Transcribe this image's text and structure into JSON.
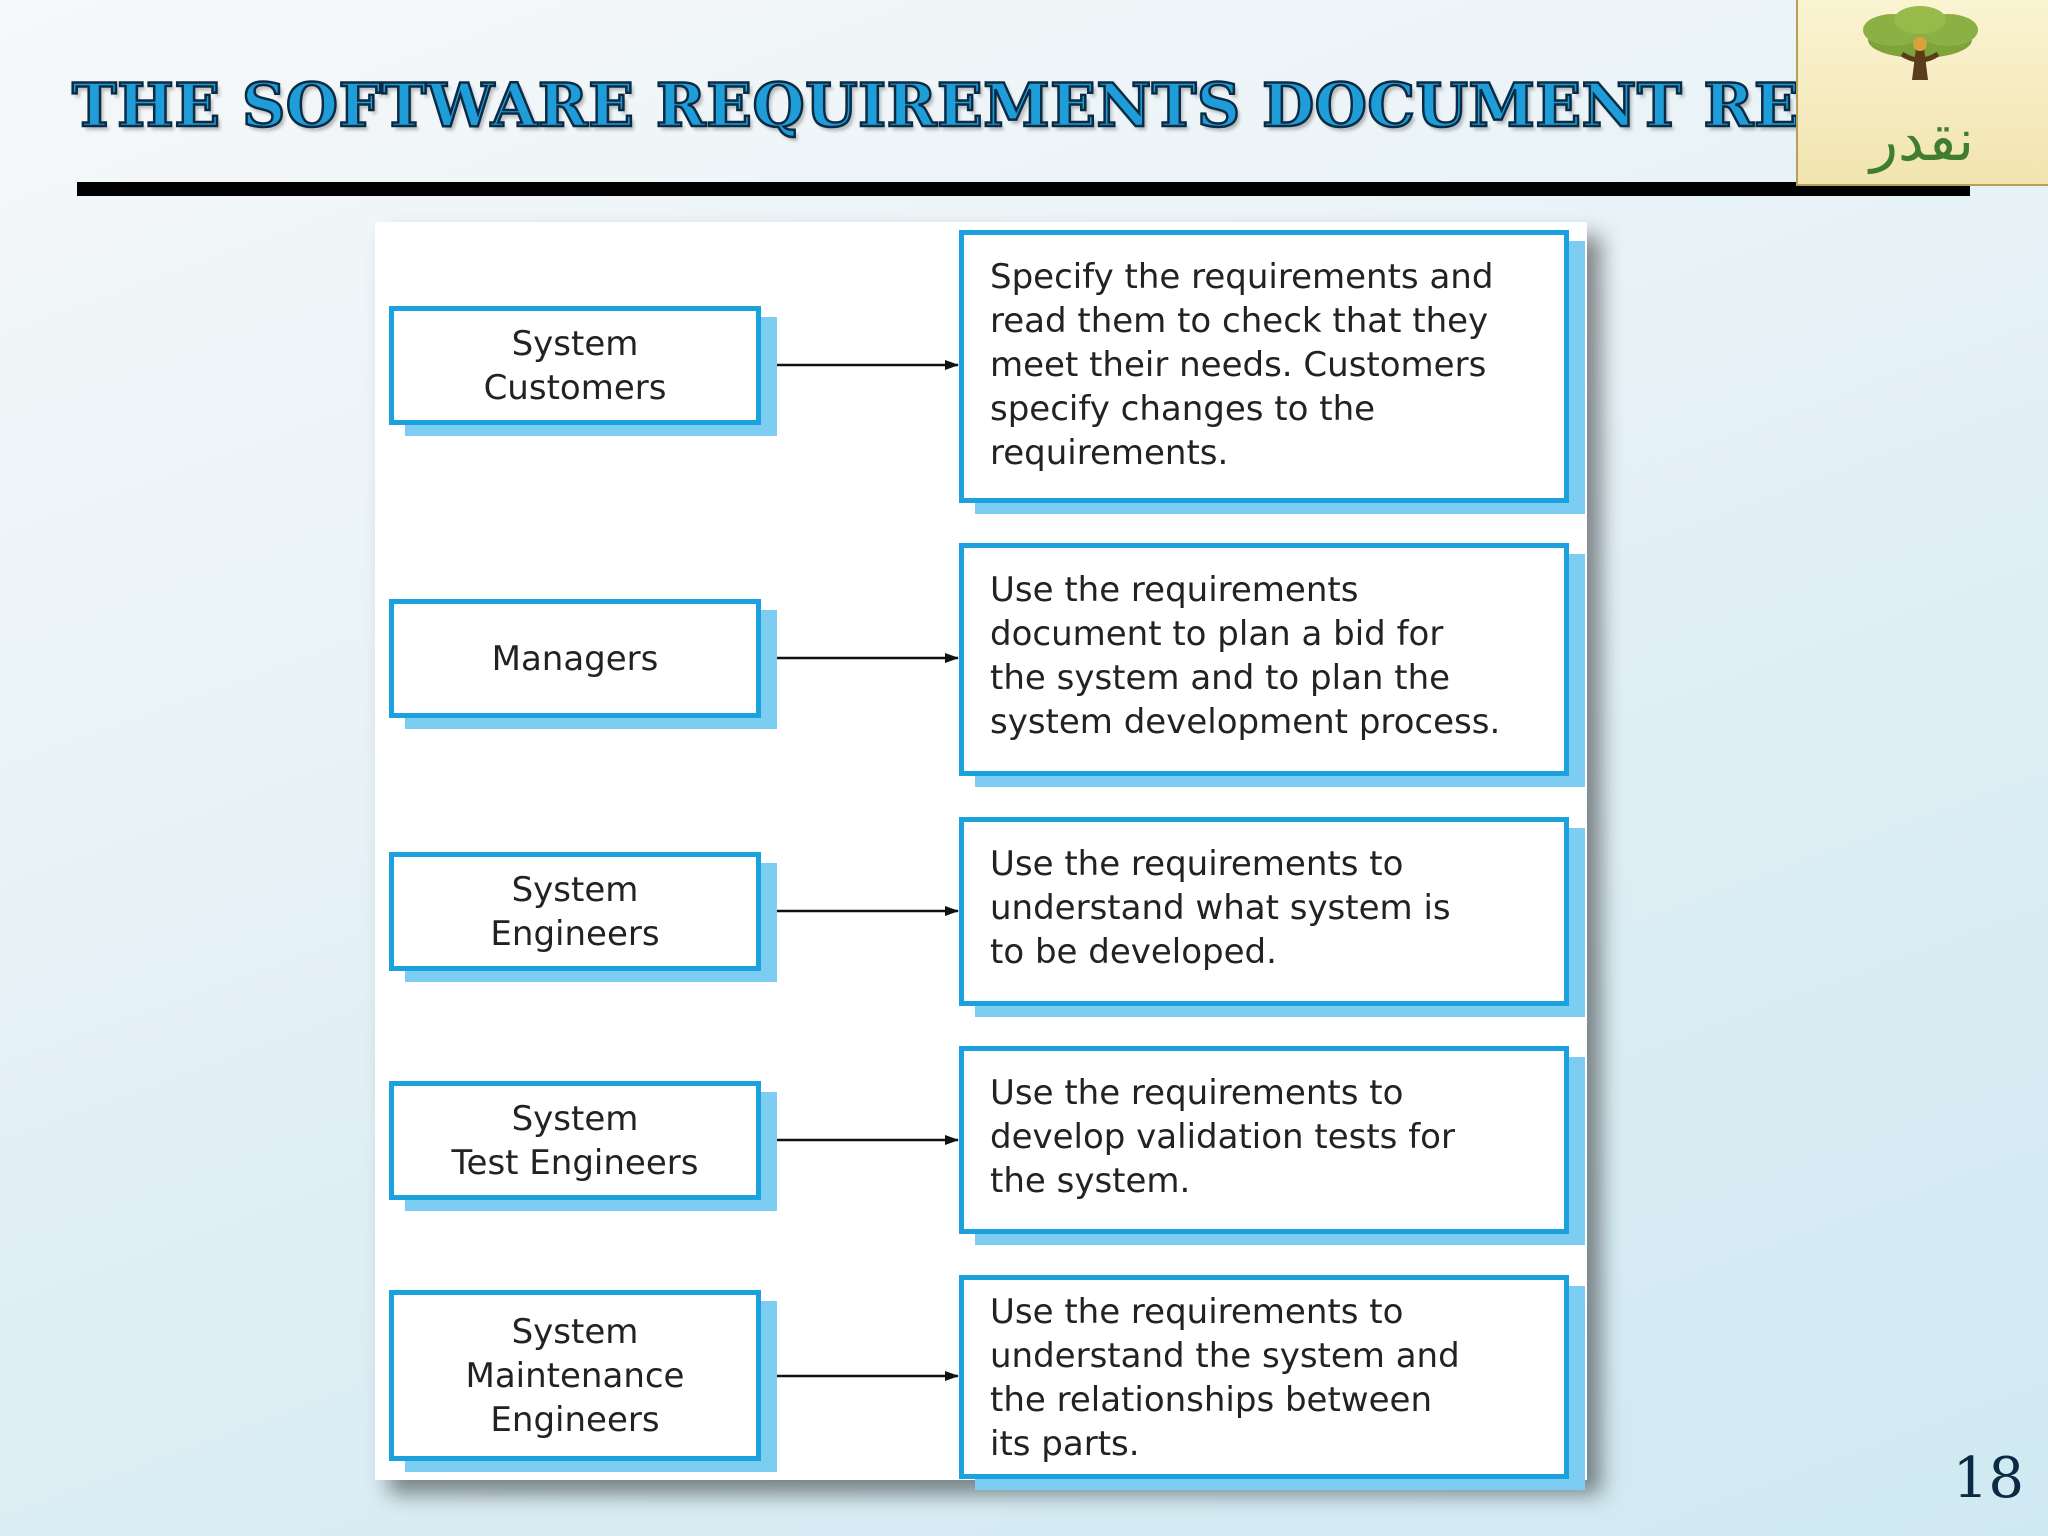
{
  "title": "THE SOFTWARE REQUIREMENTS DOCUMENT READER",
  "page_number": "18",
  "logo": {
    "text": "نقدر",
    "icon": "tree-person-icon",
    "colors": {
      "leaf": "#7fa23a",
      "trunk": "#5a3b1c",
      "text": "#3f7d2f"
    }
  },
  "colors": {
    "title_fill": "#1f9dd9",
    "title_outline": "#0b2b45",
    "box_border": "#1ba1dd",
    "box_shadow": "#7dcdf3",
    "rule": "#000000"
  },
  "readers": [
    {
      "label": "System\nCustomers",
      "description": "Specify the requirements and\nread them to check that they\nmeet their needs. Customers\nspecify changes to the\nrequirements."
    },
    {
      "label": "Managers",
      "description": "Use the requirements\ndocument to plan a bid for\nthe system and to plan the\nsystem development process."
    },
    {
      "label": "System\nEngineers",
      "description": "Use the requirements to\nunderstand what system is\nto be developed."
    },
    {
      "label": "System\nTest Engineers",
      "description": "Use the requirements to\ndevelop validation tests for\nthe system."
    },
    {
      "label": "System\nMaintenance\nEngineers",
      "description": "Use the requirements to\nunderstand the system and\nthe relationships between\nits parts."
    }
  ]
}
